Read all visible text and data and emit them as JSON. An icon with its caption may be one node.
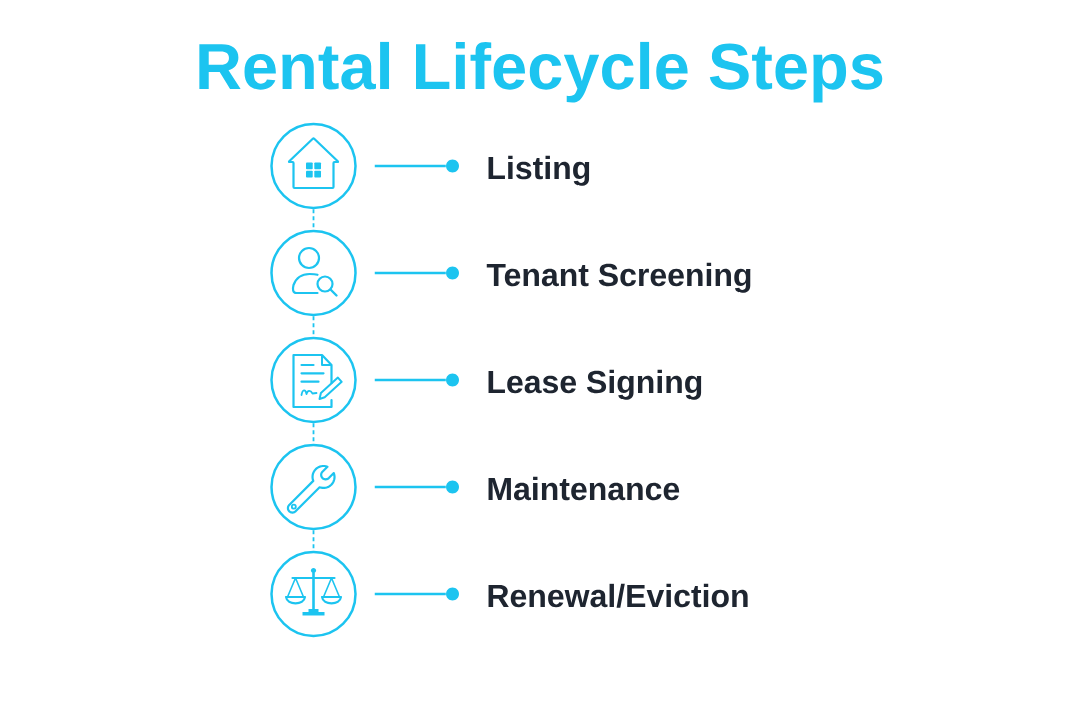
{
  "diagram": {
    "title": "Rental Lifecycle Steps",
    "nodes": [
      {
        "text": [],
        "shape": "circle"
      },
      {
        "text": [],
        "shape": "circle",
        "beside": [
          "Listing"
        ]
      },
      {
        "text": [],
        "shape": "circle"
      },
      {
        "text": [],
        "shape": "circle",
        "beside": [
          "Tenant Screening"
        ]
      },
      {
        "text": [],
        "shape": "circle"
      },
      {
        "text": [],
        "shape": "circle",
        "beside": [
          "Lease Signing"
        ]
      },
      {
        "text": [],
        "shape": "circle"
      },
      {
        "text": [],
        "shape": "circle",
        "beside": [
          "Maintenance"
        ]
      },
      {
        "text": [],
        "shape": "circle"
      },
      {
        "text": [],
        "shape": "circle",
        "beside": [
          "Renewal/Eviction"
        ]
      }
    ],
    "edges": [
      {
        "from": 0,
        "to": 1,
        "arrow": "none"
      },
      {
        "from": 2,
        "to": 3,
        "arrow": "none"
      },
      {
        "from": 4,
        "to": 5,
        "arrow": "none"
      },
      {
        "from": 6,
        "to": 7,
        "arrow": "none"
      },
      {
        "from": 8,
        "to": 9,
        "arrow": "none"
      },
      {
        "from": 0,
        "to": 2,
        "arrow": "none",
        "style": "dashed"
      },
      {
        "from": 2,
        "to": 4,
        "arrow": "none",
        "style": "dashed"
      },
      {
        "from": 4,
        "to": 6,
        "arrow": "none",
        "style": "dashed"
      },
      {
        "from": 6,
        "to": 8,
        "arrow": "none",
        "style": "dashed"
      }
    ]
  }
}
